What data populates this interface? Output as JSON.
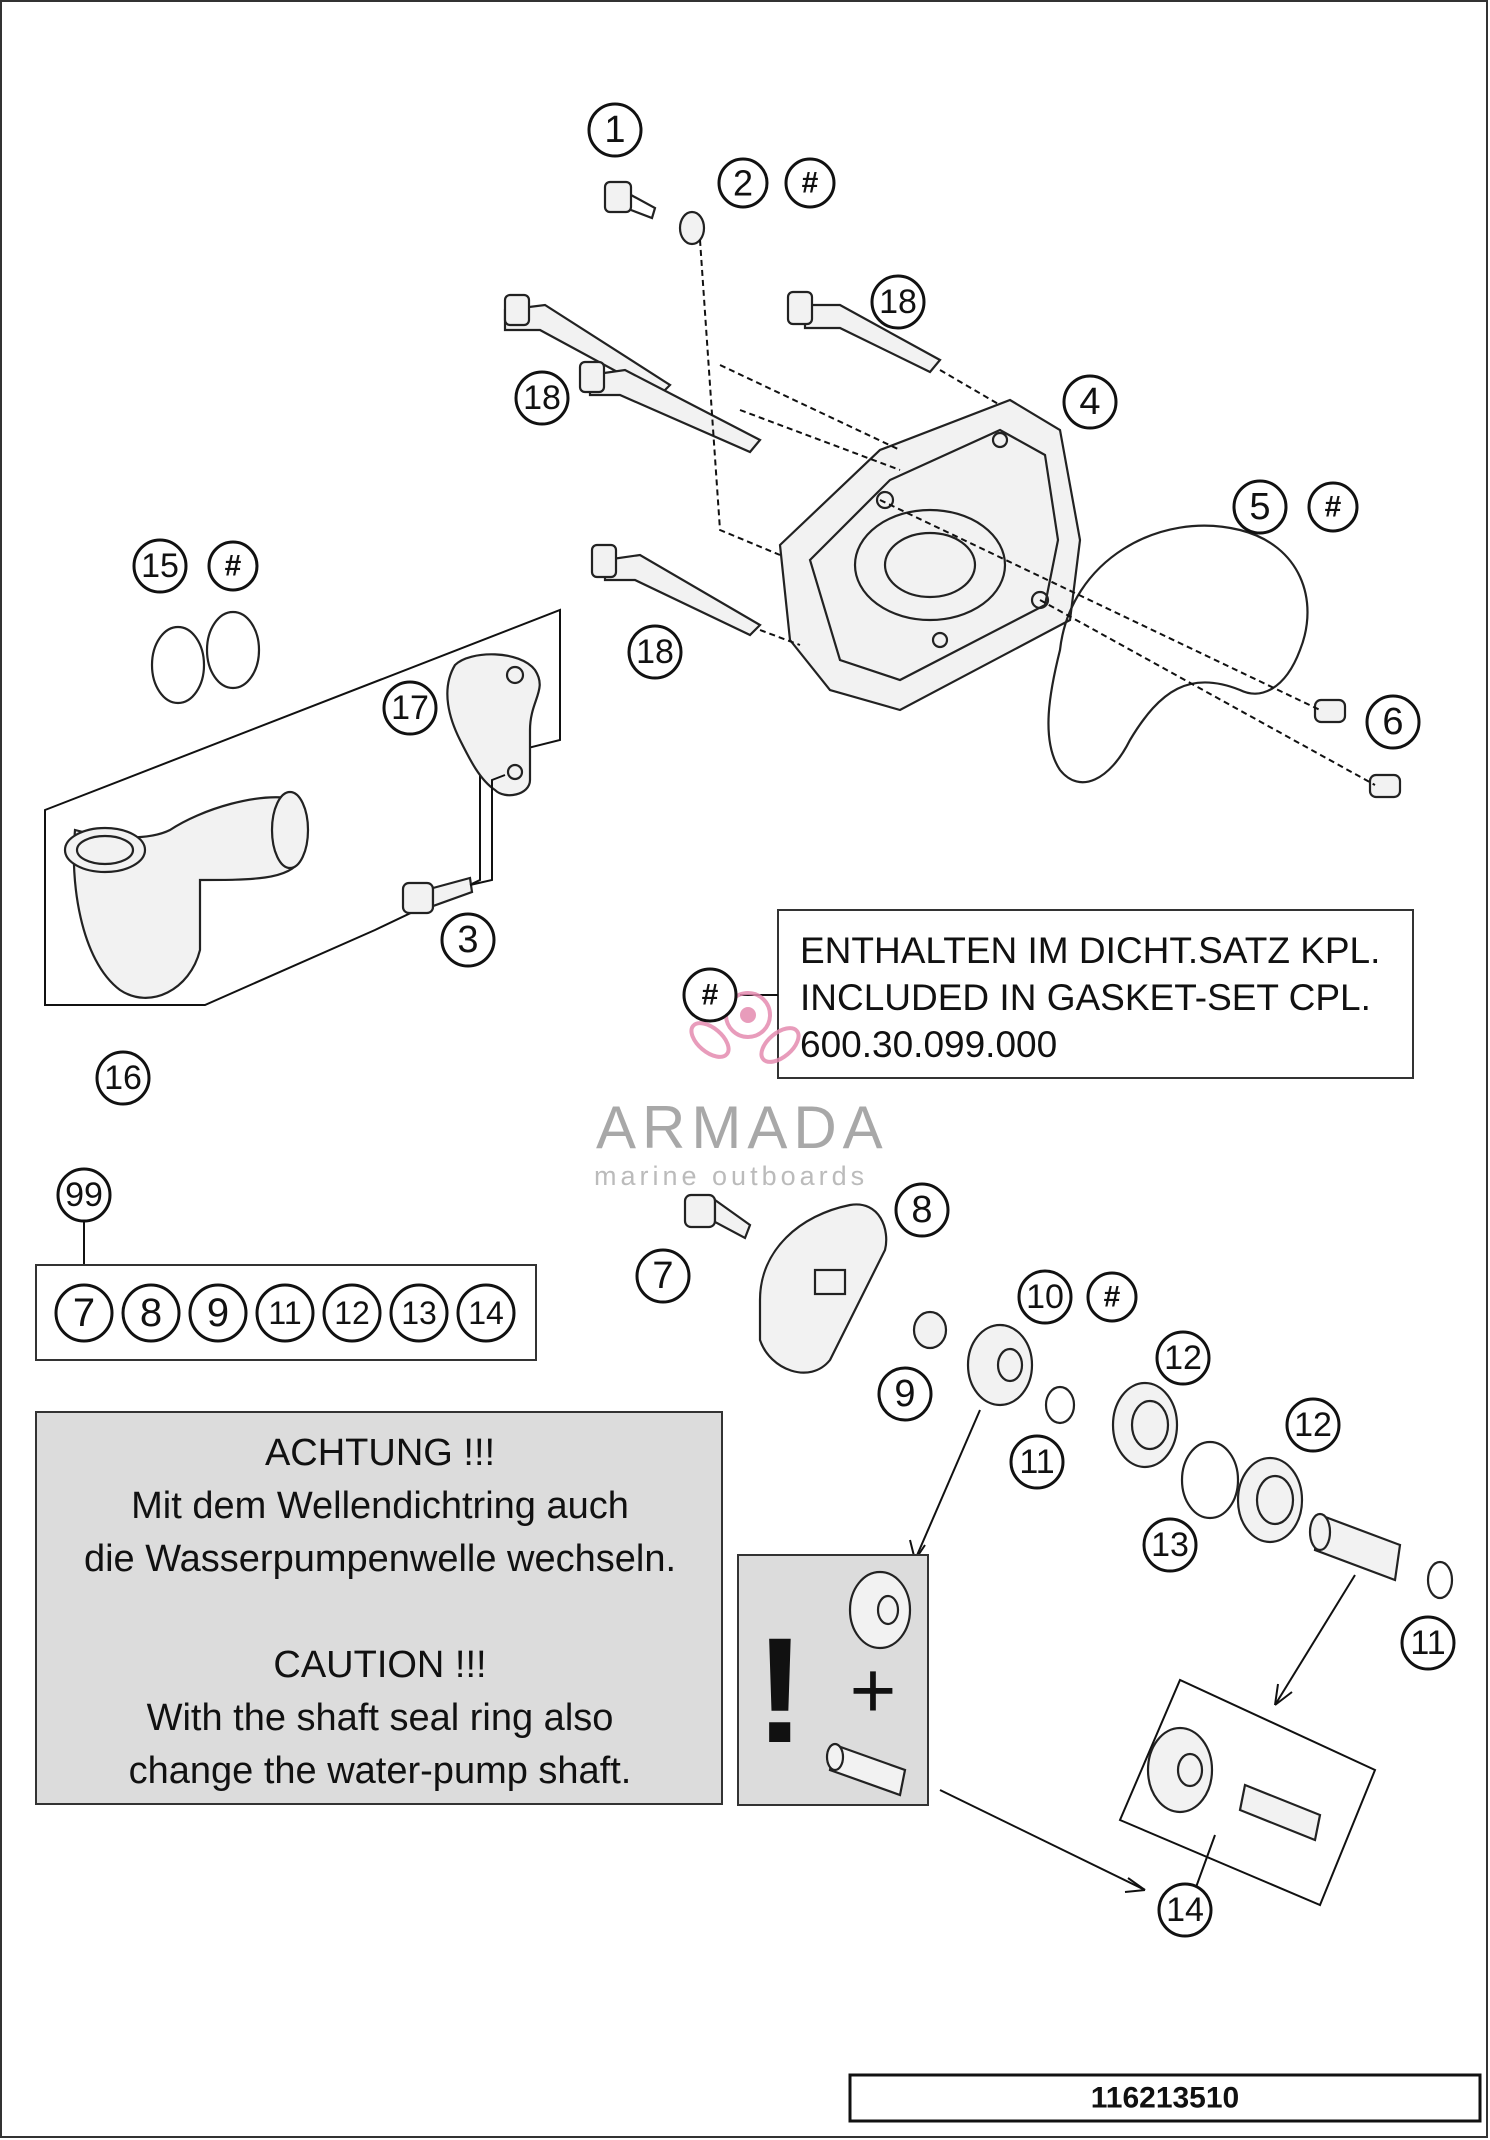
{
  "diagram_id": "116213510",
  "callouts": {
    "c1": "1",
    "c2": "2",
    "c3": "3",
    "c4": "4",
    "c5": "5",
    "c6": "6",
    "c7a": "7",
    "c8a": "8",
    "c9a": "9",
    "c10": "10",
    "c11a": "11",
    "c11b": "11",
    "c12a": "12",
    "c12b": "12",
    "c13a": "13",
    "c14a": "14",
    "c15": "15",
    "c16": "16",
    "c17": "17",
    "c18a": "18",
    "c18b": "18",
    "c18c": "18",
    "c99": "99",
    "hash": "#"
  },
  "kit_list": [
    "7",
    "8",
    "9",
    "11",
    "12",
    "13",
    "14"
  ],
  "gasket_note": {
    "line1": "ENTHALTEN IM DICHT.SATZ KPL.",
    "line2": "INCLUDED IN GASKET-SET CPL.",
    "line3": "600.30.099.000"
  },
  "warning": {
    "de_title": "ACHTUNG !!!",
    "de_line1": "Mit dem Wellendichtring auch",
    "de_line2": "die Wasserpumpenwelle wechseln.",
    "en_title": "CAUTION !!!",
    "en_line1": "With the shaft seal ring also",
    "en_line2": "change the water-pump shaft."
  },
  "exclamation": "!",
  "plus": "+",
  "watermark": {
    "brand": "ARMADA",
    "tagline": "marine outboards",
    "color": "#e58bb0"
  }
}
